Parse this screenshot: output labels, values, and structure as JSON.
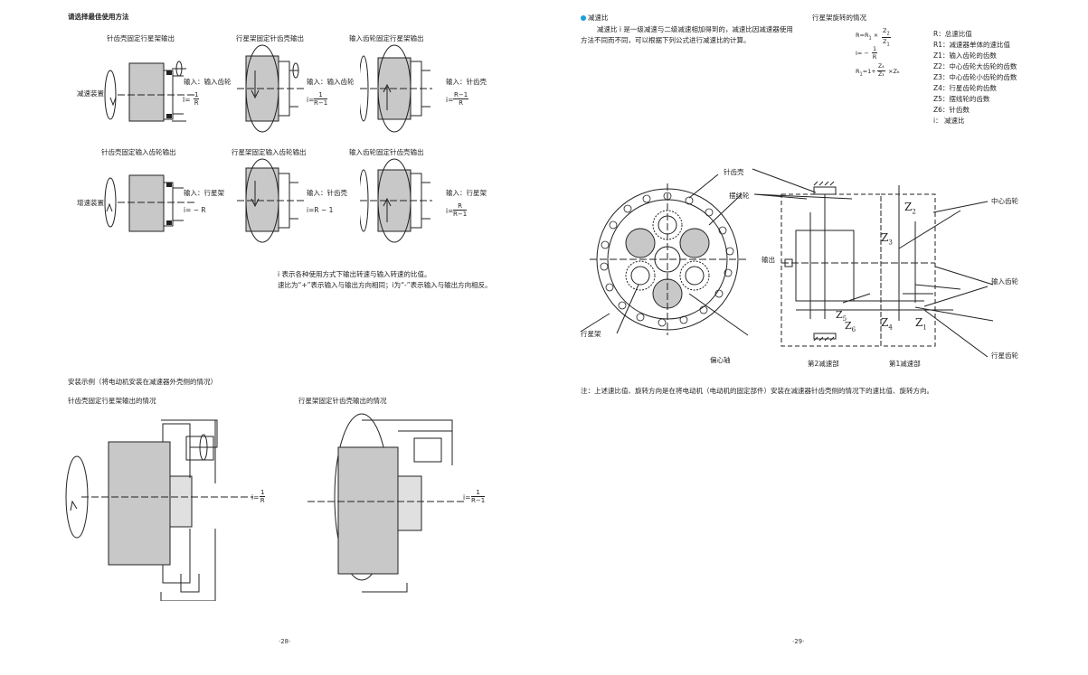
{
  "left": {
    "heading": "请选择最佳使用方法",
    "reduce_label": "减速装置",
    "increase_label": "增速装置",
    "row1": [
      {
        "title": "针齿壳固定行星架输出",
        "input": "输入：输入齿轮",
        "eq_prefix": "I=",
        "num": "1",
        "den": "R"
      },
      {
        "title": "行星架固定针齿壳输出",
        "input": "输入：输入齿轮",
        "eq_prefix": "i=",
        "num": "1",
        "den": "R−1"
      },
      {
        "title": "输入齿轮固定行星架输出",
        "input": "输入：针齿壳",
        "eq_prefix": "i=",
        "num": "R−1",
        "den": "R"
      }
    ],
    "row2": [
      {
        "title": "针齿壳固定输入齿轮输出",
        "input": "输入：行星架",
        "eq": "i= − R"
      },
      {
        "title": "行星架固定输入齿轮输出",
        "input": "输入：针齿壳",
        "eq": "i=R − 1"
      },
      {
        "title": "输入齿轮固定针齿壳输出",
        "input": "输入：行星架",
        "eq_prefix": "i=",
        "num": "R",
        "den": "R−1"
      }
    ],
    "note1": "i 表示各种使用方式下输出转速与输入转速的比值。",
    "note2": "速比为“+”表示输入与输出方向相同；i为“-”表示输入与输出方向相反。",
    "install_heading": "安装示例（将电动机安装在减速器外壳侧的情况）",
    "install_left_title": "针齿壳固定行星架输出的情况",
    "install_right_title": "行星架固定针齿壳输出的情况",
    "install_left_eq": {
      "prefix": "i=",
      "num": "1",
      "den": "R"
    },
    "install_right_eq": {
      "prefix": "i=",
      "num": "1",
      "den": "R−1"
    },
    "page_number": "·28·"
  },
  "right": {
    "ratio_heading": "减速比",
    "ratio_text1": "减速比 i 是一级减速与二级减速相加得到的，减速比因减速器使用",
    "ratio_text2": "方法不同而不同，可以根据下列公式进行减速比的计算。",
    "rotation_heading": "行星架旋转的情况",
    "formula1_prefix": "R=R",
    "formula1_sub": "1",
    "formula1_mid": "×",
    "formula1_num": "Z",
    "formula1_num_sub": "2",
    "formula1_den": "Z",
    "formula1_den_sub": "1",
    "formula2_prefix": "I=  −",
    "formula2_num": "1",
    "formula2_den": "R",
    "formula3_prefix": "R",
    "formula3_sub": "1",
    "formula3_eq": "=1+",
    "formula3_num": "Z₄",
    "formula3_den": "Z₃",
    "formula3_tail": "×Z₆",
    "legend": [
      "R：总速比值",
      "R1：减速器单体的速比值",
      "Z1：输入齿轮的齿数",
      "Z2：中心齿轮大齿轮的齿数",
      "Z3：中心齿轮小齿轮的齿数",
      "Z4：行星齿轮的齿数",
      "Z5：摆线轮的齿数",
      "Z6：针齿数",
      "i：  减速比"
    ],
    "labels": {
      "pin_housing": "针齿壳",
      "cycloid": "摆线轮",
      "center_gear": "中心齿轮",
      "output": "输出",
      "input_gear": "输入齿轮",
      "carrier": "行星架",
      "eccentric": "偏心轴",
      "planet_gear": "行星齿轮",
      "stage2": "第2减速部",
      "stage1": "第1减速部",
      "z2": "Z",
      "z2s": "2",
      "z3": "Z",
      "z3s": "3",
      "z4": "Z",
      "z4s": "4",
      "z1": "Z",
      "z1s": "1",
      "z5": "Z",
      "z5s": "5",
      "z6": "Z",
      "z6s": "6"
    },
    "footnote": "注：上述速比值、旋转方向是在将电动机（电动机的固定部件）安装在减速器针齿壳侧的情况下的速比值、旋转方向。",
    "page_number": "·29·"
  },
  "colors": {
    "accent": "#1a9fd8",
    "body_gray": "#c8c8c8",
    "line": "#222222"
  }
}
